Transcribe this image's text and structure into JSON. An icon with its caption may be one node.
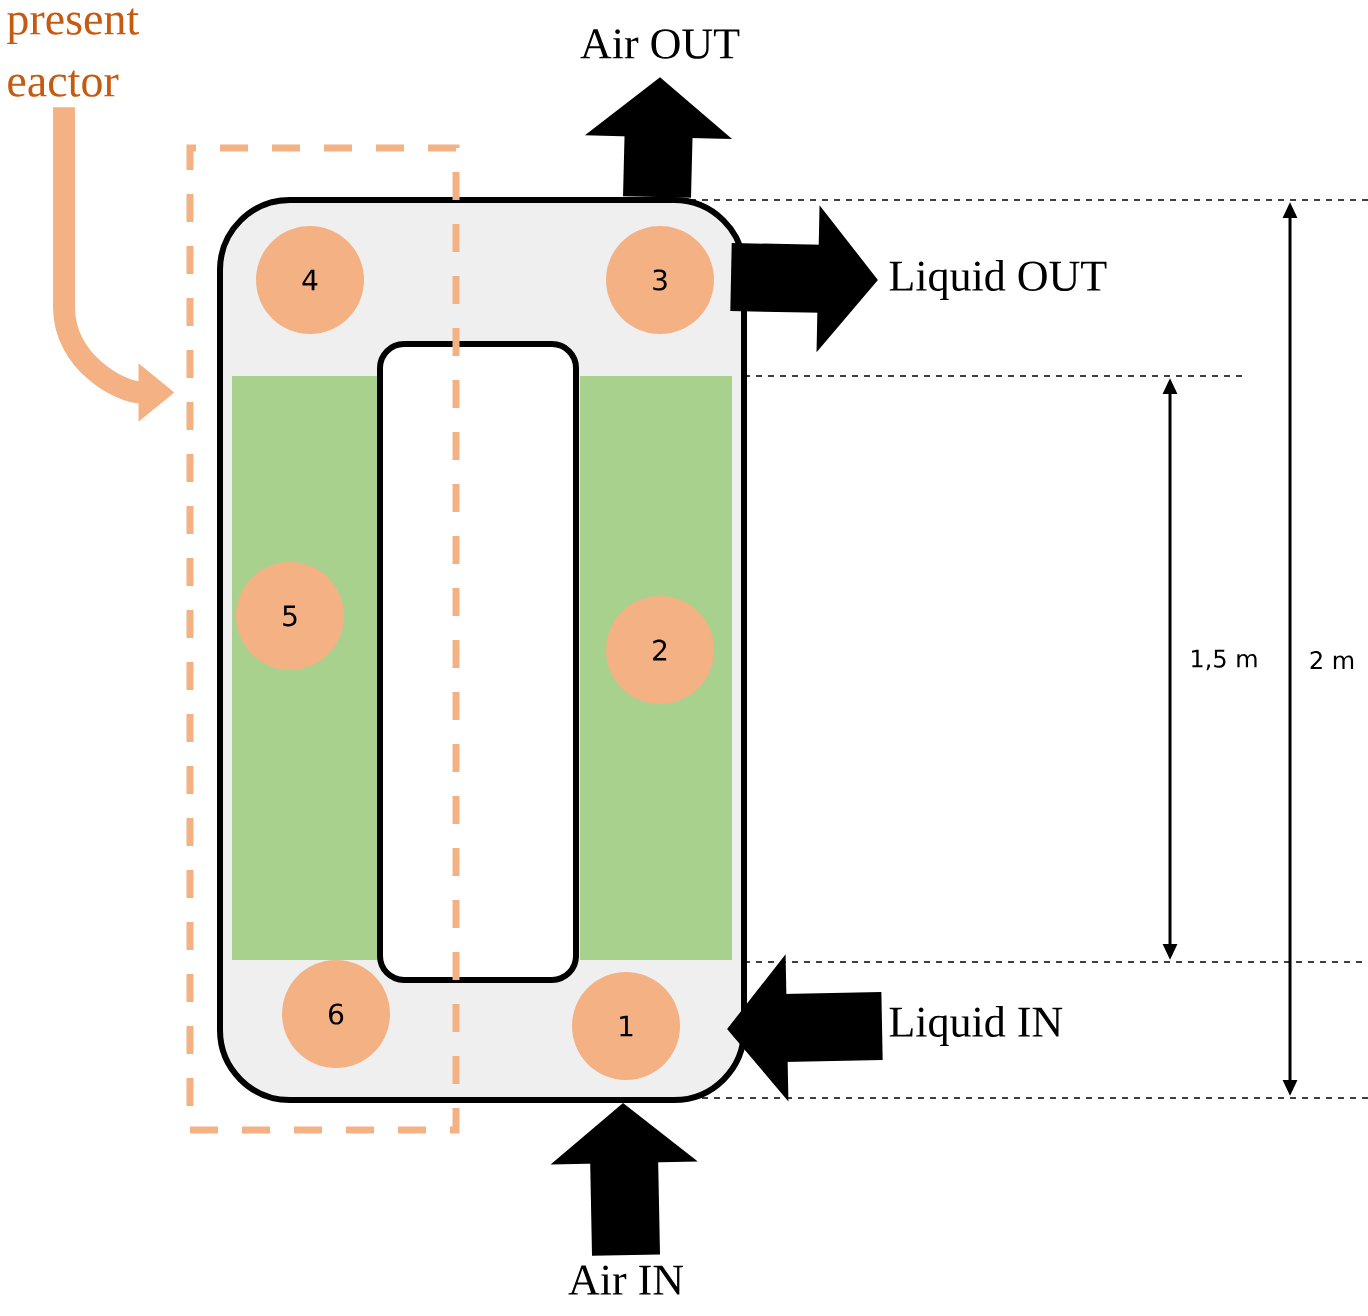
{
  "diagram": {
    "nodes": [
      {
        "text": [
          "present eactor"
        ]
      },
      {
        "text": [],
        "shape": "box"
      },
      {
        "text": [],
        "shape": "box"
      },
      {
        "text": [
          "4"
        ],
        "in": 1
      },
      {
        "text": [
          "3"
        ],
        "in": 2
      },
      {
        "text": [
          "5"
        ],
        "in": 1
      },
      {
        "text": [
          "2"
        ],
        "in": 2
      },
      {
        "text": [
          "6"
        ],
        "in": 1
      },
      {
        "text": [
          "1"
        ],
        "in": 2
      },
      {
        "text": [
          "Air OUT"
        ]
      },
      {
        "text": [
          "Liquid OUT"
        ]
      },
      {
        "text": [
          "Liquid IN"
        ]
      },
      {
        "text": [
          "Air IN"
        ]
      },
      {
        "text": [],
        "shape": "box",
        "in": 2
      }
    ],
    "edges": [
      {
        "from": 0,
        "to": 1,
        "arrow": "to",
        "color": "#f4b183"
      },
      {
        "from": 2,
        "to": 9,
        "arrow": "to"
      },
      {
        "from": 2,
        "to": 10,
        "arrow": "to"
      },
      {
        "from": 11,
        "to": 2,
        "arrow": "to"
      },
      {
        "from": 12,
        "to": 2,
        "arrow": "to"
      }
    ],
    "labels": [
      "1,5 m",
      "2 m"
    ]
  }
}
